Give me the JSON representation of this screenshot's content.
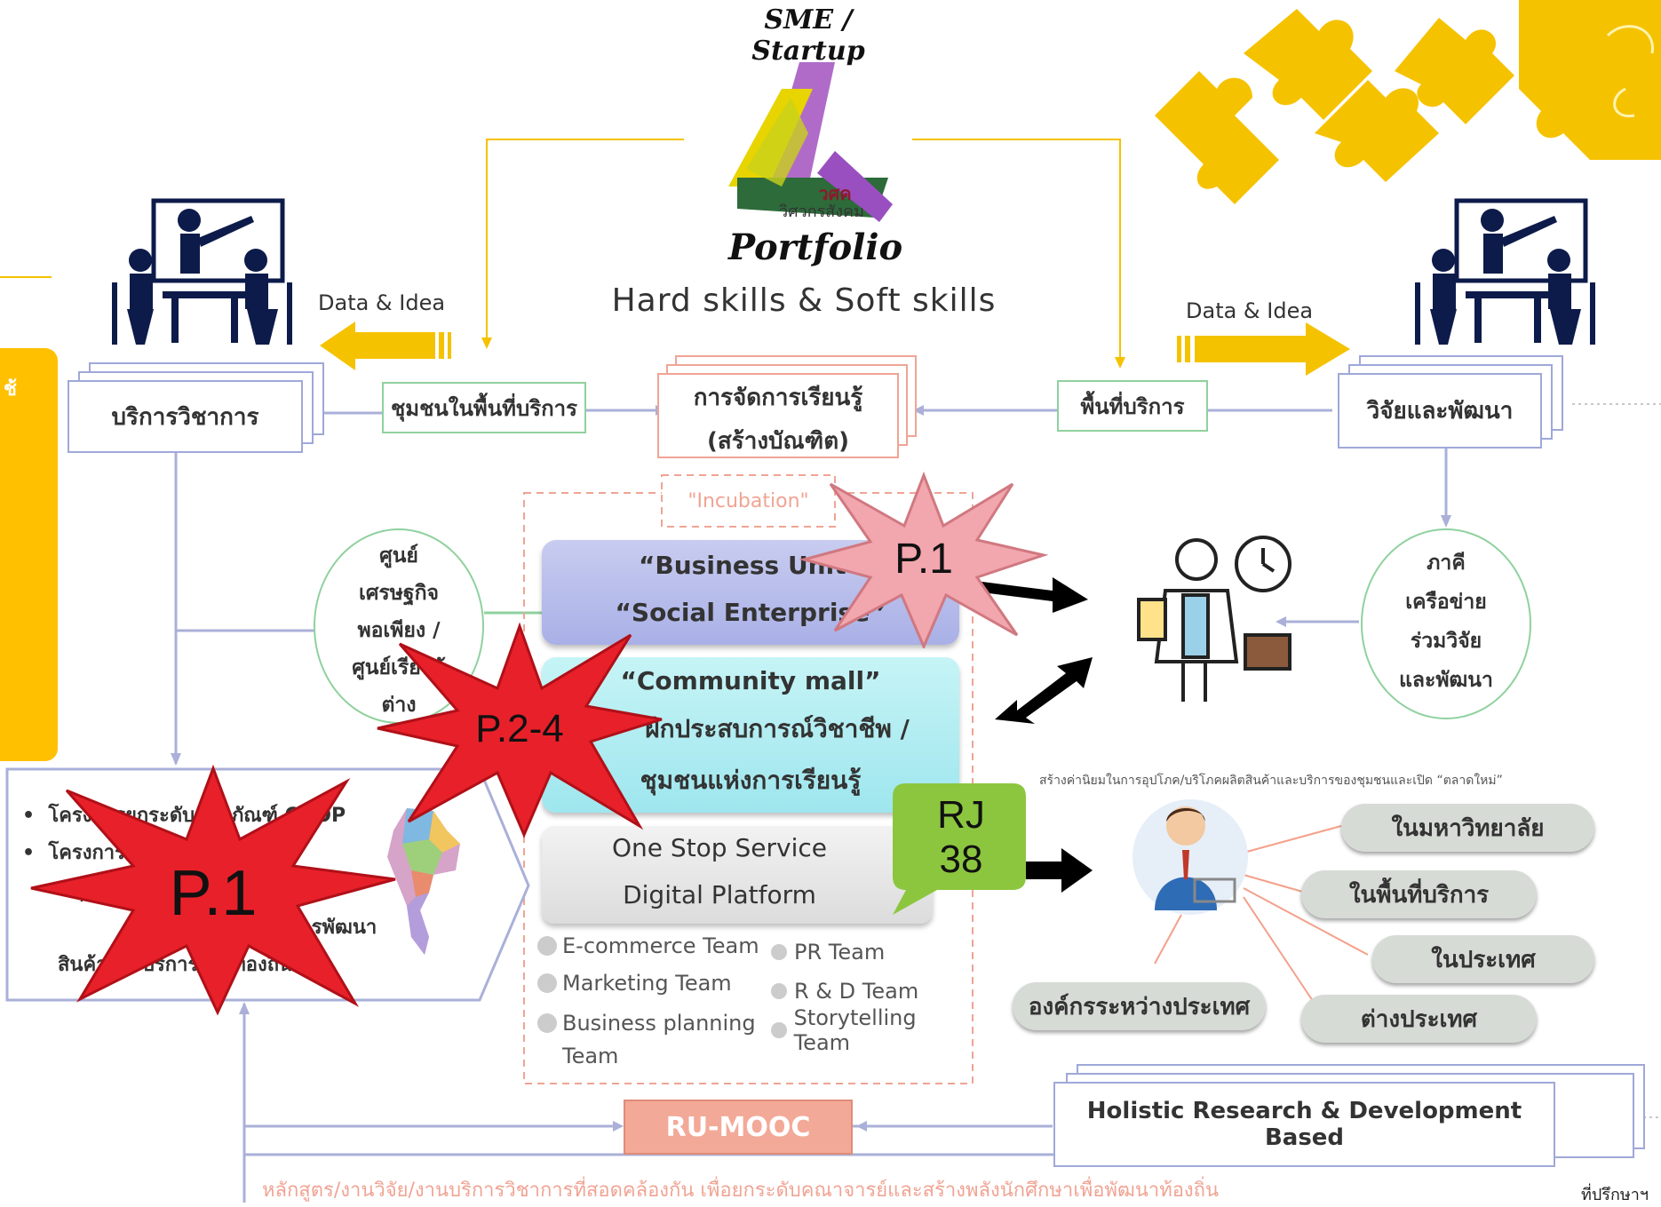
{
  "header": {
    "sme_label": "SME / Startup",
    "logo_caption_1": "วศค",
    "logo_caption_2": "วิศวกรสังคม",
    "portfolio": "Portfolio",
    "skills": "Hard skills & Soft skills"
  },
  "flow": {
    "data_idea_left": "Data & Idea",
    "data_idea_right": "Data & Idea",
    "academic_service": "บริการวิชาการ",
    "community_area": "ชุมชนในพื้นที่บริการ",
    "learning_mgmt_1": "การจัดการเรียนรู้",
    "learning_mgmt_2": "(สร้างบัณฑิต)",
    "service_area": "พื้นที่บริการ",
    "research_dev": "วิจัยและพัฒนา",
    "incubation": "\"Incubation\"",
    "sufficiency_center": [
      "ศูนย์",
      "เศรษฐกิจ",
      "พอเพียง /",
      "ศูนย์เรียนรู้",
      "ต่าง"
    ],
    "network_partners": [
      "ภาคี",
      "เครือข่าย",
      "ร่วมวิจัย",
      "และพัฒนา"
    ]
  },
  "incubator": {
    "business_unit": "“Business Unit”",
    "social_enterprise": "“Social Enterprise”",
    "community_mall": "“Community mall”",
    "experience_1": "ฝึกประสบการณ์วิชาชีพ /",
    "experience_2": "ชุมชนแห่งการเรียนรู้",
    "one_stop": "One Stop Service",
    "digital_platform": "Digital Platform",
    "teams_left": [
      "E-commerce Team",
      "Marketing Team",
      "Business planning",
      "Team"
    ],
    "teams_right": [
      "PR Team",
      "R & D Team",
      "Storytelling Team"
    ]
  },
  "left_panel": {
    "bullet_1": "โครงการยกระดับผลิตภัณฑ์ OTOP",
    "bullet_2": "โครงการ",
    "line_3": "“ชุ",
    "line_4": "การพัฒนา",
    "line_5": "สินค้าและบริการของท้องถิ่น",
    "side_char": "ช้"
  },
  "market": {
    "caption": "สร้างค่านิยมในการอุปโภค/บริโภคผลิตสินค้าและบริการของชุมชนและเปิด “ตลาดใหม่”",
    "in_university": "ในมหาวิทยาลัย",
    "in_service_area": "ในพื้นที่บริการ",
    "domestic": "ในประเทศ",
    "international_org": "องค์กรระหว่างประเทศ",
    "abroad": "ต่างประเทศ"
  },
  "bottom": {
    "ru_mooc": "RU-MOOC",
    "holistic": "Holistic Research & Development Based",
    "footer": "หลักสูตร/งานวิจัย/งานบริการวิชาการที่สอดคล้องกัน เพื่อยกระดับคณาจารย์และสร้างพลังนักศึกษาเพื่อพัฒนาท้องถิ่น",
    "corner": "ที่ปรึกษาฯ"
  },
  "badges": {
    "p1_top": "P.1",
    "p24": "P.2-4",
    "p1_big": "P.1",
    "rj_1": "RJ",
    "rj_2": "38"
  },
  "colors": {
    "yellow": "#f5c200",
    "navy": "#0d1b4a",
    "burst_red": "#e8202a",
    "burst_pink": "#f2a6ae",
    "rj_green": "#8cc63f",
    "ru_mooc": "#f0a494"
  }
}
